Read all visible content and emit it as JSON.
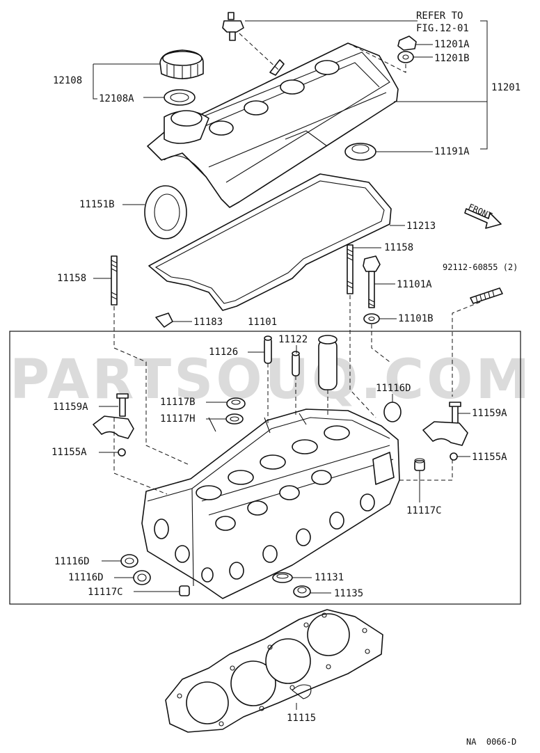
{
  "watermark": "PARTSOUQ.COM",
  "diagram_code": "NA  0066-D",
  "front_label": "FRONT",
  "refer": {
    "line1": "REFER TO",
    "line2": "FIG.12-01"
  },
  "labels": {
    "p11201A": "11201A",
    "p11201B": "11201B",
    "p11201": "11201",
    "p12108": "12108",
    "p12108A": "12108A",
    "p11191A": "11191A",
    "p11151B": "11151B",
    "p11213": "11213",
    "p11158_left": "11158",
    "p11158_right": "11158",
    "p11101A": "11101A",
    "p92112": "92112-60855 (2)",
    "p11101B": "11101B",
    "p11183": "11183",
    "p11101": "11101",
    "p11126": "11126",
    "p11122": "11122",
    "p11116D_top": "11116D",
    "p11159A_left": "11159A",
    "p11159A_right": "11159A",
    "p11117B": "11117B",
    "p11117H": "11117H",
    "p11155A_left": "11155A",
    "p11155A_right": "11155A",
    "p11117C_right": "11117C",
    "p11116D_lower1": "11116D",
    "p11116D_lower2": "11116D",
    "p11117C_lower": "11117C",
    "p11131": "11131",
    "p11135": "11135",
    "p11115": "11115"
  }
}
